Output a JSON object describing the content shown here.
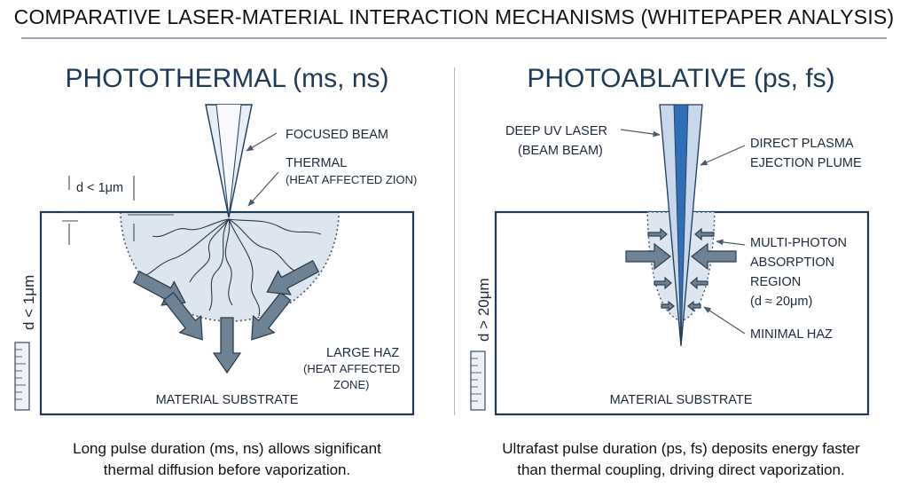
{
  "title": "COMPARATIVE LASER-MATERIAL INTERACTION MECHANISMS (WHITEPAPER ANALYSIS)",
  "left": {
    "heading": "PHOTOTHERMAL (ms, ns)",
    "focused_beam": "FOCUSED BEAM",
    "thermal_line1": "THERMAL",
    "thermal_line2": "(HEAT AFFECTED ZION)",
    "depth_top": "d < 1μm",
    "depth_side": "d < 1μm",
    "large_haz_line1": "LARGE HAZ",
    "large_haz_line2": "(HEAT AFFECTED",
    "large_haz_line3": "ZONE)",
    "substrate": "MATERIAL SUBSTRATE",
    "caption_line1": "Long pulse duration (ms, ns) allows significant",
    "caption_line2": "thermal diffusion before vaporization."
  },
  "right": {
    "heading": "PHOTOABLATIVE (ps, fs)",
    "deep_uv_line1": "DEEP UV LASER",
    "deep_uv_line2": "(BEAM BEAM)",
    "plasma_line1": "DIRECT PLASMA",
    "plasma_line2": "EJECTION PLUME",
    "multi_line1": "MULTI-PHOTON",
    "multi_line2": "ABSORPTION",
    "multi_line3": "REGION",
    "multi_line4": "(d ≈ 20μm)",
    "minimal_haz": "MINIMAL HAZ",
    "depth_side": "d > 20μm",
    "substrate": "MATERIAL SUBSTRATE",
    "caption_line1": "Ultrafast pulse duration (ps, fs) deposits energy faster",
    "caption_line2": "than thermal coupling, driving direct vaporization."
  },
  "colors": {
    "frame": "#1d3a58",
    "haz_fill": "#dde6ef",
    "arrow_fill": "#6e8296",
    "beam_core": "#2f6fb5",
    "beam_fill": "#c9d8e8"
  }
}
